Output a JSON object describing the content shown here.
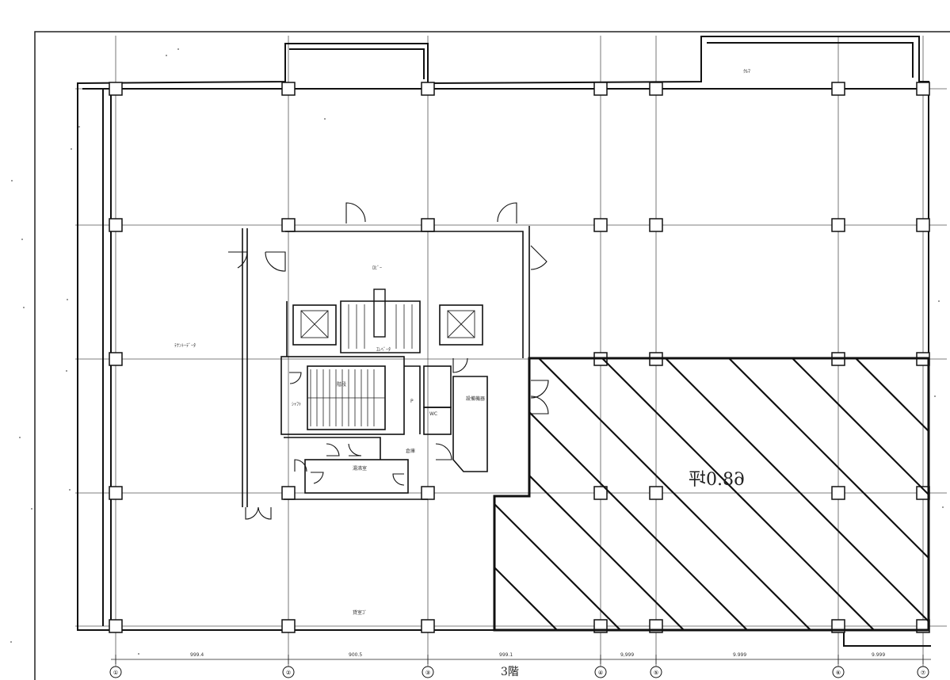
{
  "plan": {
    "rooms": {
      "east_room": "ｸﾙﾏ",
      "lobby": "ﾛﾋﾞｰ",
      "tenant_west": "ﾃﾅﾝﾄｰﾃﾞｰﾀ",
      "elev_hall": "ｴﾚﾍﾞｰﾀ",
      "stair": "階段",
      "shaft_left": "ｼｬﾌﾄ",
      "equip_room": "設備機器",
      "ps": "P",
      "wc": "WC",
      "kitchen": "湯沸室",
      "storage": "倉庫",
      "tenant_south": "貸室ｺﾞ"
    },
    "area_annotation": "68.0坪",
    "floor_label": "3階",
    "grid_bubbles": [
      "①",
      "②",
      "③",
      "④",
      "⑤",
      "⑥",
      "⑦"
    ],
    "dimensions": [
      "999.4",
      "900.5",
      "999.1",
      "9,999",
      "9.999",
      "9.999"
    ]
  }
}
